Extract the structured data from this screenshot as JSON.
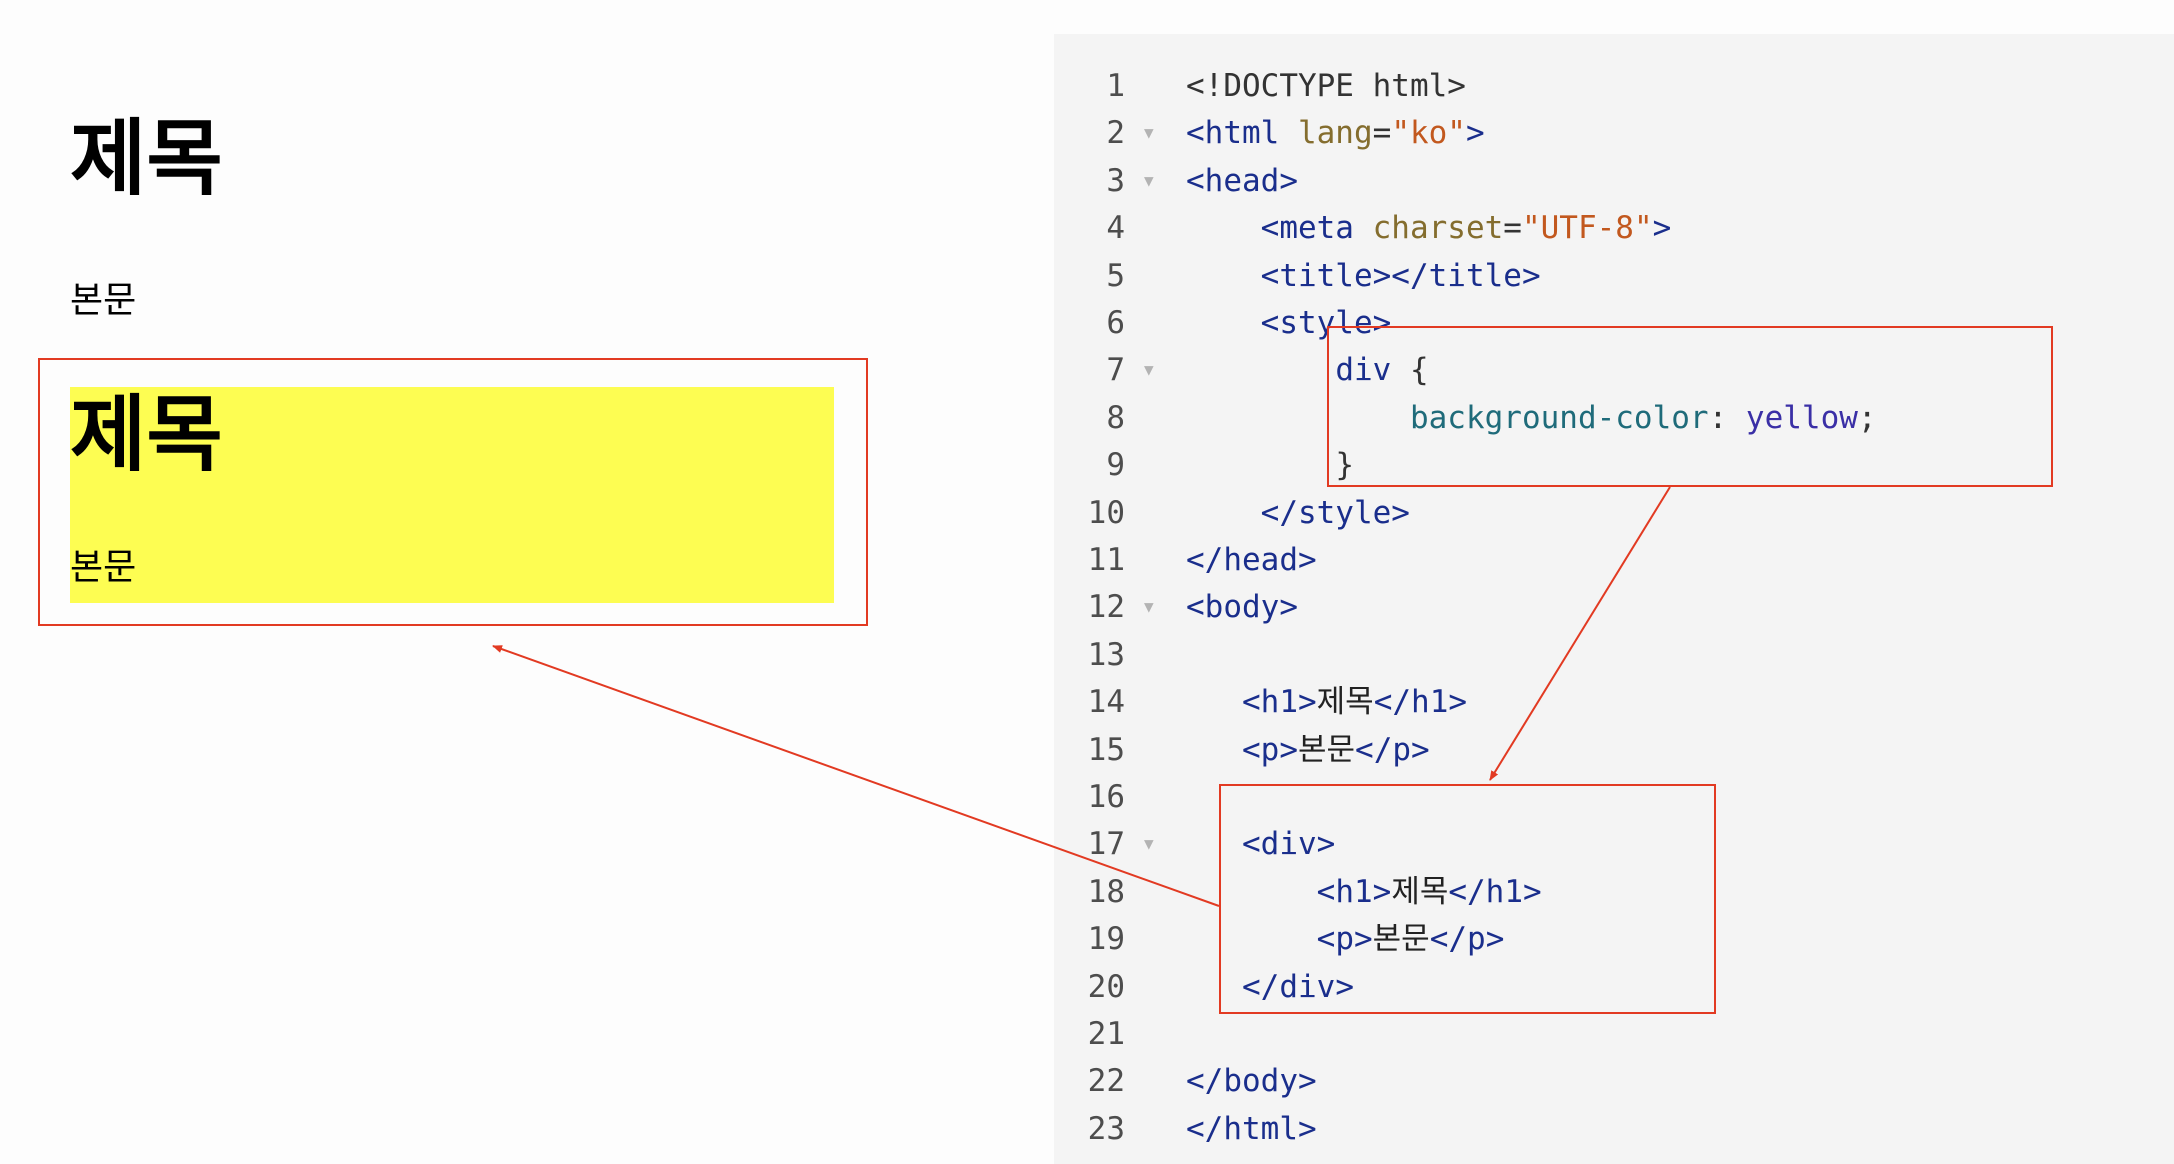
{
  "preview": {
    "h1": "제목",
    "p": "본문",
    "div": {
      "h1": "제목",
      "p": "본문"
    }
  },
  "colors": {
    "highlight_border": "#e23a22",
    "div_background": "#fdfd52",
    "editor_background": "#f4f4f4"
  },
  "editor": {
    "fold_icon": "fold-triangle-icon",
    "lines": [
      {
        "num": "1",
        "tokens": [
          [
            "punc",
            "<!DOCTYPE html>"
          ]
        ]
      },
      {
        "num": "2",
        "fold": true,
        "tokens": [
          [
            "tag",
            "<html "
          ],
          [
            "attr",
            "lang"
          ],
          [
            "punc",
            "="
          ],
          [
            "str",
            "\"ko\""
          ],
          [
            "tag",
            ">"
          ]
        ]
      },
      {
        "num": "3",
        "fold": true,
        "tokens": [
          [
            "tag",
            "<head>"
          ]
        ]
      },
      {
        "num": "4",
        "tokens": [
          [
            "text",
            "    "
          ],
          [
            "tag",
            "<meta "
          ],
          [
            "attr",
            "charset"
          ],
          [
            "punc",
            "="
          ],
          [
            "str",
            "\"UTF-8\""
          ],
          [
            "tag",
            ">"
          ]
        ]
      },
      {
        "num": "5",
        "tokens": [
          [
            "text",
            "    "
          ],
          [
            "tag",
            "<title></title>"
          ]
        ]
      },
      {
        "num": "6",
        "tokens": [
          [
            "text",
            "    "
          ],
          [
            "tag",
            "<style>"
          ]
        ]
      },
      {
        "num": "7",
        "fold": true,
        "tokens": [
          [
            "text",
            "        "
          ],
          [
            "tag",
            "div"
          ],
          [
            "punc",
            " {"
          ]
        ]
      },
      {
        "num": "8",
        "tokens": [
          [
            "text",
            "            "
          ],
          [
            "prop",
            "background-color"
          ],
          [
            "punc",
            ": "
          ],
          [
            "val",
            "yellow"
          ],
          [
            "punc",
            ";"
          ]
        ]
      },
      {
        "num": "9",
        "tokens": [
          [
            "text",
            "        "
          ],
          [
            "punc",
            "}"
          ]
        ]
      },
      {
        "num": "10",
        "tokens": [
          [
            "text",
            "    "
          ],
          [
            "tag",
            "</style>"
          ]
        ]
      },
      {
        "num": "11",
        "tokens": [
          [
            "tag",
            "</head>"
          ]
        ]
      },
      {
        "num": "12",
        "fold": true,
        "tokens": [
          [
            "tag",
            "<body>"
          ]
        ]
      },
      {
        "num": "13",
        "tokens": []
      },
      {
        "num": "14",
        "tokens": [
          [
            "text",
            "   "
          ],
          [
            "tag",
            "<h1>"
          ],
          [
            "text",
            "제목"
          ],
          [
            "tag",
            "</h1>"
          ]
        ]
      },
      {
        "num": "15",
        "tokens": [
          [
            "text",
            "   "
          ],
          [
            "tag",
            "<p>"
          ],
          [
            "text",
            "본문"
          ],
          [
            "tag",
            "</p>"
          ]
        ]
      },
      {
        "num": "16",
        "tokens": []
      },
      {
        "num": "17",
        "fold": true,
        "tokens": [
          [
            "text",
            "   "
          ],
          [
            "tag",
            "<div>"
          ]
        ]
      },
      {
        "num": "18",
        "tokens": [
          [
            "text",
            "       "
          ],
          [
            "tag",
            "<h1>"
          ],
          [
            "text",
            "제목"
          ],
          [
            "tag",
            "</h1>"
          ]
        ]
      },
      {
        "num": "19",
        "tokens": [
          [
            "text",
            "       "
          ],
          [
            "tag",
            "<p>"
          ],
          [
            "text",
            "본문"
          ],
          [
            "tag",
            "</p>"
          ]
        ]
      },
      {
        "num": "20",
        "tokens": [
          [
            "text",
            "   "
          ],
          [
            "tag",
            "</div>"
          ]
        ]
      },
      {
        "num": "21",
        "tokens": []
      },
      {
        "num": "22",
        "tokens": [
          [
            "tag",
            "</body>"
          ]
        ]
      },
      {
        "num": "23",
        "tokens": [
          [
            "tag",
            "</html>"
          ]
        ]
      }
    ]
  }
}
